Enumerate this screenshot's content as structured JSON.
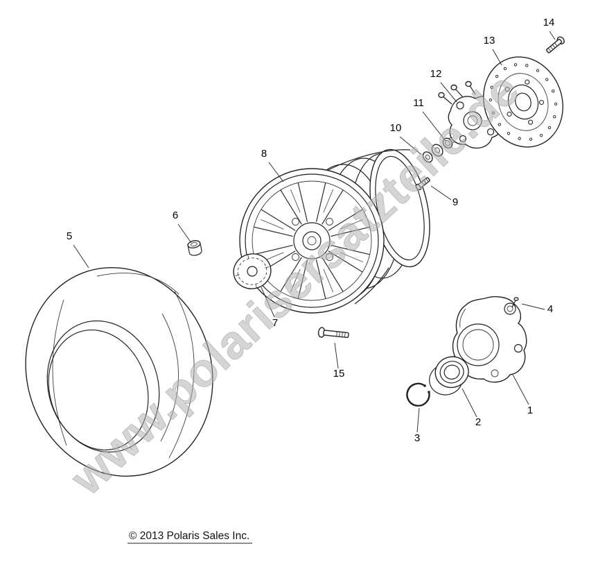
{
  "watermark": {
    "text": "www.polarisersatzteile.de"
  },
  "footer": {
    "copyright": "© 2013 Polaris Sales Inc."
  },
  "diagram": {
    "callouts": [
      {
        "label": "1"
      },
      {
        "label": "2"
      },
      {
        "label": "3"
      },
      {
        "label": "4"
      },
      {
        "label": "5"
      },
      {
        "label": "6"
      },
      {
        "label": "7"
      },
      {
        "label": "8"
      },
      {
        "label": "9"
      },
      {
        "label": "10"
      },
      {
        "label": "11"
      },
      {
        "label": "12"
      },
      {
        "label": "13"
      },
      {
        "label": "14"
      },
      {
        "label": "15"
      }
    ]
  }
}
